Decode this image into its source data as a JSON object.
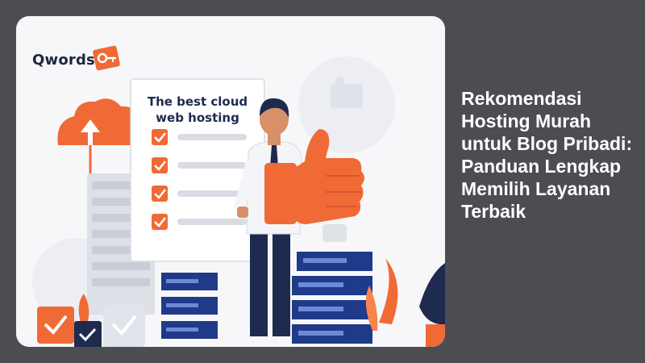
{
  "brand": {
    "name": "Qwords"
  },
  "illustration": {
    "panel_title": "The best cloud web hosting",
    "checklist_items": 4,
    "icons": [
      "cloud-upload-icon",
      "thumbs-up-icon",
      "checkbox-icon",
      "server-rack-icon",
      "key-icon"
    ]
  },
  "article": {
    "title": "Rekomendasi Hosting Murah untuk Blog Pribadi: Panduan Lengkap Memilih Layanan Terbaik"
  },
  "colors": {
    "background": "#4b4d53",
    "card": "#f7f7f9",
    "accent_orange": "#f06a35",
    "server_blue": "#1f3a88",
    "title_text": "#ffffff"
  }
}
